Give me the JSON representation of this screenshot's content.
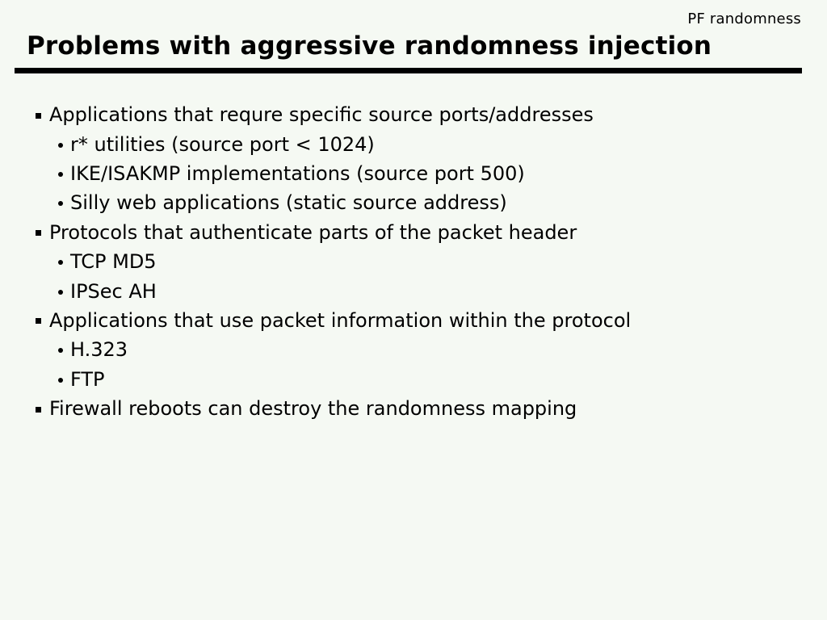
{
  "slide": {
    "corner_label": "PF randomness",
    "title": "Problems with aggressive randomness injection",
    "bullets": [
      {
        "level": 1,
        "text": "Applications that requre specific source ports/addresses"
      },
      {
        "level": 2,
        "text": "r* utilities (source port < 1024)"
      },
      {
        "level": 2,
        "text": "IKE/ISAKMP implementations (source port 500)"
      },
      {
        "level": 2,
        "text": "Silly web applications (static source address)"
      },
      {
        "level": 1,
        "text": "Protocols that authenticate parts of the packet header"
      },
      {
        "level": 2,
        "text": "TCP MD5"
      },
      {
        "level": 2,
        "text": "IPSec AH"
      },
      {
        "level": 1,
        "text": "Applications that use packet information within the protocol"
      },
      {
        "level": 2,
        "text": "H.323"
      },
      {
        "level": 2,
        "text": "FTP"
      },
      {
        "level": 1,
        "text": "Firewall reboots can destroy the randomness mapping"
      }
    ],
    "colors": {
      "background": "#f5f9f3",
      "text": "#000000",
      "rule": "#000000"
    }
  }
}
